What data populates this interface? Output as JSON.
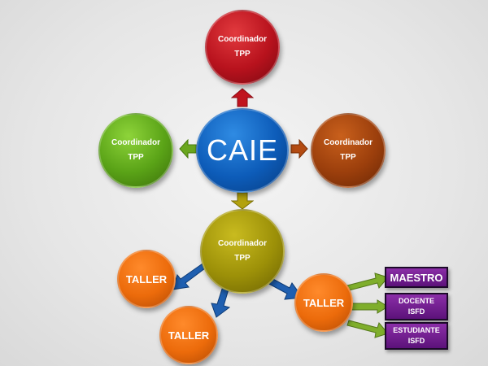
{
  "nodes": {
    "caie": {
      "label": "CAIE"
    },
    "coord_top": {
      "line1": "Coordinador",
      "line2": "TPP"
    },
    "coord_left": {
      "line1": "Coordinador",
      "line2": "TPP"
    },
    "coord_right": {
      "line1": "Coordinador",
      "line2": "TPP"
    },
    "coord_bottom": {
      "line1": "Coordinador",
      "line2": "TPP"
    },
    "taller_left": {
      "label": "TALLER"
    },
    "taller_bottom": {
      "label": "TALLER"
    },
    "taller_right": {
      "label": "TALLER"
    }
  },
  "boxes": {
    "maestro": {
      "line1": "MAESTRO",
      "line2": ""
    },
    "docente": {
      "line1": "DOCENTE",
      "line2": "ISFD"
    },
    "estudiante": {
      "line1": "ESTUDIANTE",
      "line2": "ISFD"
    }
  },
  "colors": {
    "red": "#b8121d",
    "green": "#5aa317",
    "brown": "#9c3f0c",
    "blue": "#0d5cb9",
    "olive": "#9c9008",
    "orange": "#ec6b0b",
    "purple": "#6d1b8e",
    "arrow_blue": "#1f5fb0",
    "arrow_green": "#7fae2c"
  }
}
